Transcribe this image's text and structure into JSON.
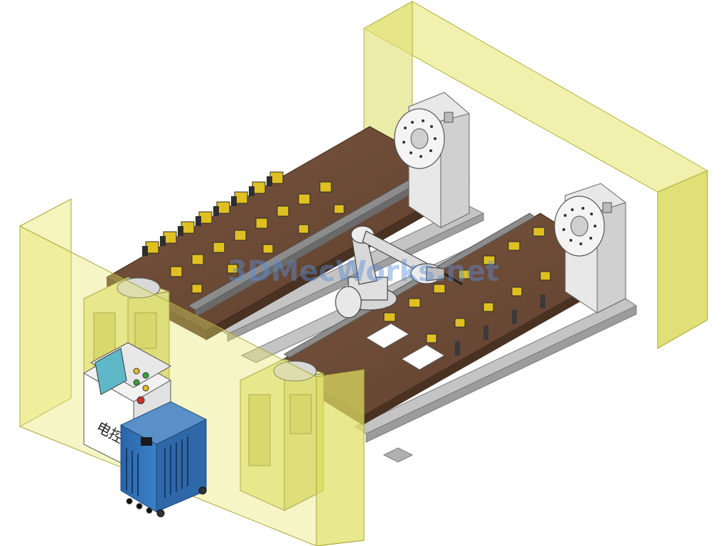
{
  "scene": {
    "kind": "3D CAD model render",
    "equipment": [
      "dual-station robotic welding workcell",
      "double-ended turntable positioners",
      "welding fixture beds",
      "articulated robot arm",
      "control cabinet",
      "welding power source",
      "safety guard panels"
    ]
  },
  "labels": {
    "control_cabinet": "电控",
    "watermark": "3DMecWorks.net"
  },
  "colors": {
    "guard_panel": "#e6e66a",
    "fixture_bed": "#6b4a33",
    "steel_frame": "#b8b8b8",
    "clamp_accent": "#e0c020",
    "power_source": "#2f6fb3",
    "control_panel_screen": "#5fb8c8"
  },
  "icons": [
    "start-button-green",
    "stop-button-red",
    "indicator-lamp-yellow",
    "indicator-lamp-green"
  ]
}
